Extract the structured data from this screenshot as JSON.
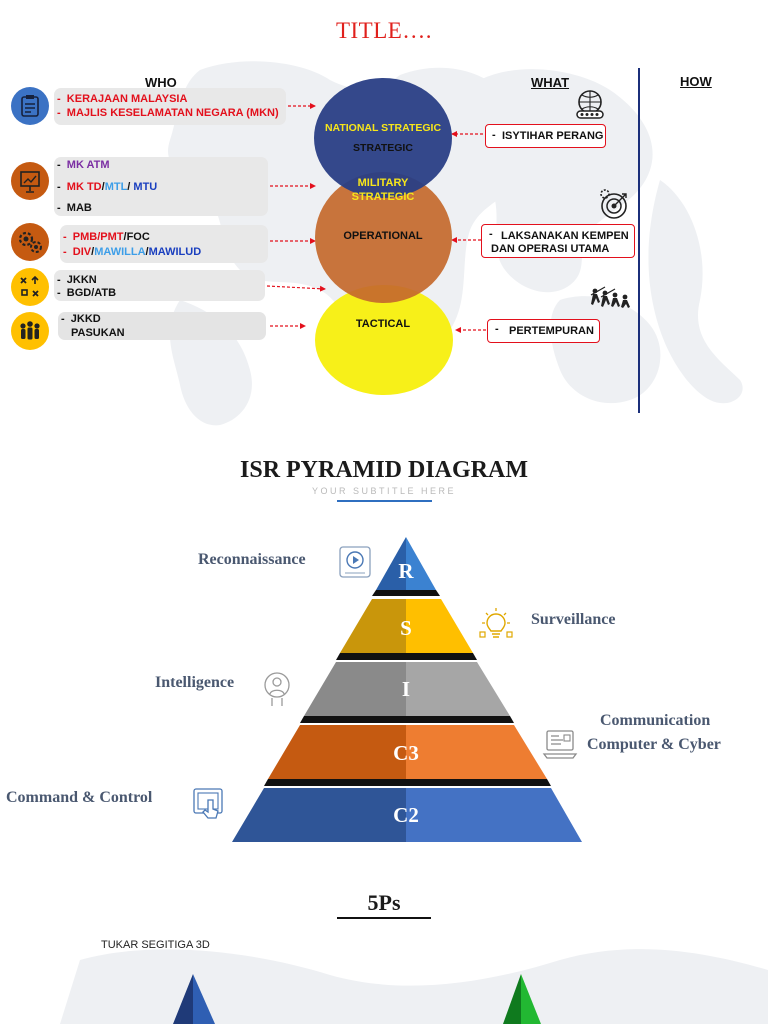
{
  "title": "TITLE….",
  "headers": {
    "who": "WHO",
    "what": "WHAT",
    "how": "HOW"
  },
  "who_rows": {
    "row1": {
      "dash1": "-",
      "line1": "KERAJAAN MALAYSIA",
      "dash2": "-",
      "line2": "MAJLIS KESELAMATAN NEGARA (MKN)"
    },
    "row2": {
      "dash1": "-",
      "line1": "MK ATM",
      "dash2": "-",
      "line2_a": "MK TD",
      "slash1": "/",
      "line2_b": "MTL",
      "slash2": "/ ",
      "line2_c": "MTU",
      "dash3": "-",
      "line3": "MAB"
    },
    "row3": {
      "dash1": "-",
      "line1_a": "PMB/PMT",
      "line1_b": "/FOC",
      "dash2": "-",
      "line2_a": "DIV",
      "slash1": "/",
      "line2_b": "MAWILLA",
      "slash2": "/",
      "line2_c": "MAWILUD"
    },
    "row4": {
      "dash1": "-",
      "line1": "JKKN",
      "dash2": "-",
      "line2": "BGD/ATB"
    },
    "row5": {
      "dash1": "-",
      "line1": "JKKD",
      "line2": "PASUKAN"
    }
  },
  "circles": {
    "national": "NATIONAL STRATEGIC",
    "strategic": "STRATEGIC",
    "military": "MILITARY",
    "military2": "STRATEGIC",
    "operational": "OPERATIONAL",
    "tactical": "TACTICAL"
  },
  "what_rows": {
    "row1": {
      "dash": "-",
      "text": "ISYTIHAR PERANG"
    },
    "row2": {
      "dash": "-",
      "text1": "LAKSANAKAN KEMPEN",
      "text2": "DAN OPERASI UTAMA"
    },
    "row3": {
      "dash": "-",
      "text": "PERTEMPURAN"
    }
  },
  "isr": {
    "title": "ISR PYRAMID DIAGRAM",
    "subtitle": "YOUR SUBTITLE HERE",
    "levels": [
      "R",
      "S",
      "I",
      "C3",
      "C2"
    ],
    "labels": {
      "reconnaissance": "Reconnaissance",
      "surveillance": "Surveillance",
      "intelligence": "Intelligence",
      "communication1": "Communication",
      "communication2": "Computer & Cyber",
      "command": "Command & Control"
    },
    "colors": {
      "r": "#2f6fc0",
      "s": "#f2b700",
      "i": "#a6a6a6",
      "c3": "#ee7d31",
      "c2": "#4472c4"
    }
  },
  "fiveps": {
    "title": "5Ps",
    "note": "TUKAR SEGITIGA 3D"
  }
}
